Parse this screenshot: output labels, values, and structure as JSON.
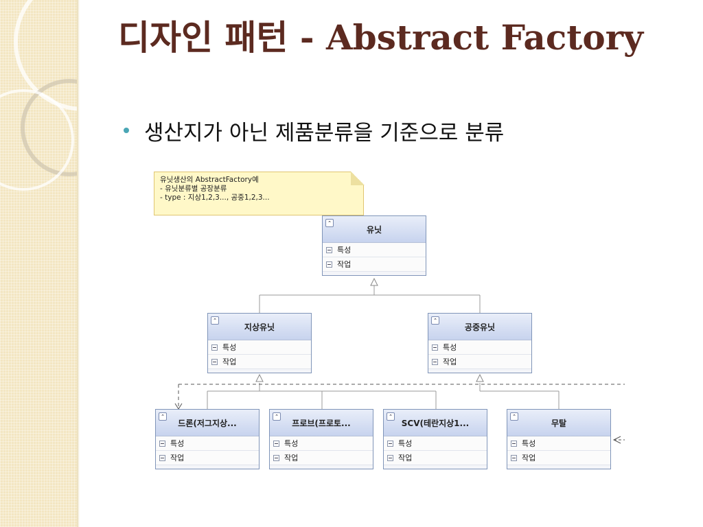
{
  "title": "디자인 패턴 - Abstract Factory",
  "bullet": "생산지가 아닌 제품분류을 기준으로 분류",
  "note": {
    "lines": [
      "유닛생산의 AbstractFactory예",
      "- 유닛분류별 공장분류",
      "- type : 지상1,2,3..., 공중1,2,3..."
    ]
  },
  "classes": {
    "unit": {
      "name": "유닛",
      "attrs": [
        "특성",
        "작업"
      ]
    },
    "ground": {
      "name": "지상유닛",
      "attrs": [
        "특성",
        "작업"
      ]
    },
    "air": {
      "name": "공중유닛",
      "attrs": [
        "특성",
        "작업"
      ]
    },
    "drone": {
      "name": "드론(저그지상...",
      "attrs": [
        "특성",
        "작업"
      ]
    },
    "probe": {
      "name": "프로브(프로토...",
      "attrs": [
        "특성",
        "작업"
      ]
    },
    "scv": {
      "name": "SCV(테란지상1...",
      "attrs": [
        "특성",
        "작업"
      ]
    },
    "mutal": {
      "name": "무탈",
      "attrs": [
        "특성",
        "작업"
      ]
    }
  },
  "colors": {
    "title": "#5c2a20",
    "bullet": "#4aa6b5",
    "sidebar": "#f3e6c2",
    "note_bg": "#fff8c8",
    "class_header": "#c7d3ee"
  },
  "icons": [
    "collapse-icon",
    "minus-icon",
    "bullet-dot"
  ]
}
